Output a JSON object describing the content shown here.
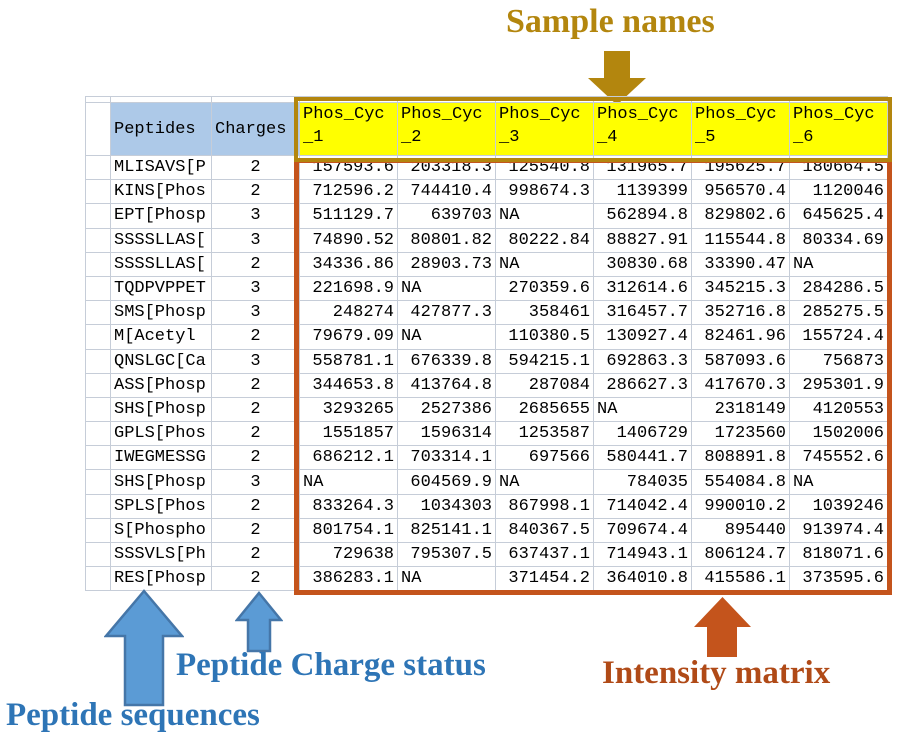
{
  "colors": {
    "gold": "#B3860E",
    "gold_text": "#B3860E",
    "blue_text": "#2E75B6",
    "blue_arrow_fill": "#5B9BD5",
    "blue_arrow_stroke": "#4576A8",
    "orange": "#C4541C",
    "orange_text": "#B04A17",
    "header_blue": "#ADC9E8",
    "sample_yellow": "#FFFF00",
    "gridline": "#C6CDD8"
  },
  "annotations": {
    "sample_names": "Sample names",
    "peptide_charge_status": "Peptide Charge status",
    "peptide_sequences": "Peptide sequences",
    "intensity_matrix": "Intensity matrix"
  },
  "table": {
    "peptides_header": "Peptides",
    "charges_header": "Charges",
    "samples": [
      "Phos_Cyc_1",
      "Phos_Cyc_2",
      "Phos_Cyc_3",
      "Phos_Cyc_4",
      "Phos_Cyc_5",
      "Phos_Cyc_6"
    ],
    "rows": [
      {
        "peptide": "MLISAVS[P",
        "charge": "2",
        "values": [
          "157593.6",
          "203318.3",
          "125540.8",
          "131965.7",
          "195625.7",
          "180664.5"
        ]
      },
      {
        "peptide": "KINS[Phos",
        "charge": "2",
        "values": [
          "712596.2",
          "744410.4",
          "998674.3",
          "1139399",
          "956570.4",
          "1120046"
        ]
      },
      {
        "peptide": "EPT[Phosp",
        "charge": "3",
        "values": [
          "511129.7",
          "639703",
          "NA",
          "562894.8",
          "829802.6",
          "645625.4"
        ]
      },
      {
        "peptide": "SSSSLLAS[",
        "charge": "3",
        "values": [
          "74890.52",
          "80801.82",
          "80222.84",
          "88827.91",
          "115544.8",
          "80334.69"
        ]
      },
      {
        "peptide": "SSSSLLAS[",
        "charge": "2",
        "values": [
          "34336.86",
          "28903.73",
          "NA",
          "30830.68",
          "33390.47",
          "NA"
        ]
      },
      {
        "peptide": "TQDPVPPET",
        "charge": "3",
        "values": [
          "221698.9",
          "NA",
          "270359.6",
          "312614.6",
          "345215.3",
          "284286.5"
        ]
      },
      {
        "peptide": "SMS[Phosp",
        "charge": "3",
        "values": [
          "248274",
          "427877.3",
          "358461",
          "316457.7",
          "352716.8",
          "285275.5"
        ]
      },
      {
        "peptide": "M[Acetyl",
        "charge": "2",
        "values": [
          "79679.09",
          "NA",
          "110380.5",
          "130927.4",
          "82461.96",
          "155724.4"
        ]
      },
      {
        "peptide": "QNSLGC[Ca",
        "charge": "3",
        "values": [
          "558781.1",
          "676339.8",
          "594215.1",
          "692863.3",
          "587093.6",
          "756873"
        ]
      },
      {
        "peptide": "ASS[Phosp",
        "charge": "2",
        "values": [
          "344653.8",
          "413764.8",
          "287084",
          "286627.3",
          "417670.3",
          "295301.9"
        ]
      },
      {
        "peptide": "SHS[Phosp",
        "charge": "2",
        "values": [
          "3293265",
          "2527386",
          "2685655",
          "NA",
          "2318149",
          "4120553"
        ]
      },
      {
        "peptide": "GPLS[Phos",
        "charge": "2",
        "values": [
          "1551857",
          "1596314",
          "1253587",
          "1406729",
          "1723560",
          "1502006"
        ]
      },
      {
        "peptide": "IWEGMESSG",
        "charge": "2",
        "values": [
          "686212.1",
          "703314.1",
          "697566",
          "580441.7",
          "808891.8",
          "745552.6"
        ]
      },
      {
        "peptide": "SHS[Phosp",
        "charge": "3",
        "values": [
          "NA",
          "604569.9",
          "NA",
          "784035",
          "554084.8",
          "NA"
        ]
      },
      {
        "peptide": "SPLS[Phos",
        "charge": "2",
        "values": [
          "833264.3",
          "1034303",
          "867998.1",
          "714042.4",
          "990010.2",
          "1039246"
        ]
      },
      {
        "peptide": "S[Phospho",
        "charge": "2",
        "values": [
          "801754.1",
          "825141.1",
          "840367.5",
          "709674.4",
          "895440",
          "913974.4"
        ]
      },
      {
        "peptide": "SSSVLS[Ph",
        "charge": "2",
        "values": [
          "729638",
          "795307.5",
          "637437.1",
          "714943.1",
          "806124.7",
          "818071.6"
        ]
      },
      {
        "peptide": "RES[Phosp",
        "charge": "2",
        "values": [
          "386283.1",
          "NA",
          "371454.2",
          "364010.8",
          "415586.1",
          "373595.6"
        ]
      }
    ]
  }
}
